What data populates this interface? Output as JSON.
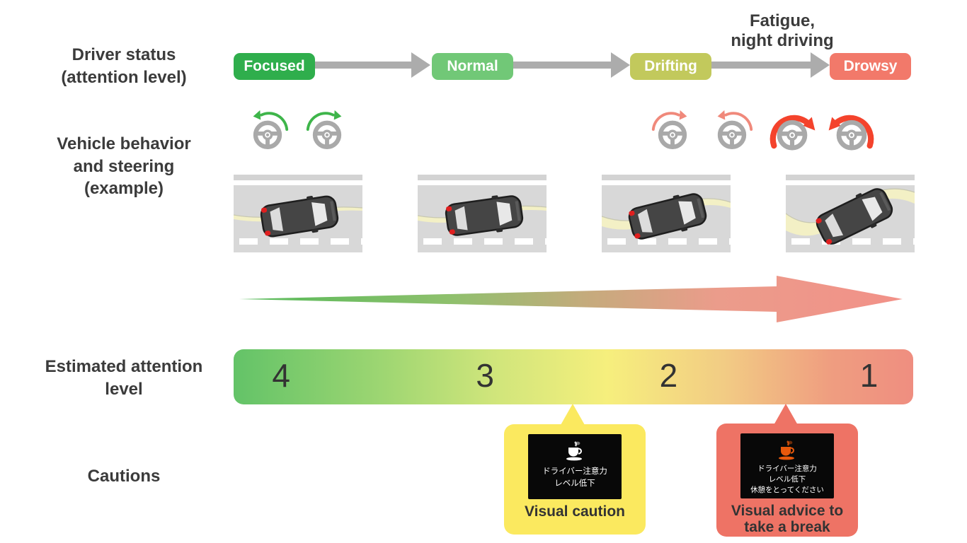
{
  "row_labels": {
    "driver_status": "Driver status\n(attention level)",
    "vehicle_behavior": "Vehicle behavior\nand steering\n(example)",
    "estimated_attention": "Estimated attention\nlevel",
    "cautions": "Cautions"
  },
  "fatigue_note": "Fatigue,\nnight driving",
  "stages": [
    {
      "label": "Focused",
      "color": "#2fae4c"
    },
    {
      "label": "Normal",
      "color": "#71c877"
    },
    {
      "label": "Drifting",
      "color": "#c2c95c"
    },
    {
      "label": "Drowsy",
      "color": "#f2796a"
    }
  ],
  "steering": {
    "gentle_arrow_color": "#3eb54a",
    "drift_arrow_color": "#f0897b",
    "severe_arrow_color": "#f4432c",
    "wheel_color": "#a9a9a9"
  },
  "trend_arrow_gradient": [
    "#54ba58",
    "#c4ab7c",
    "#f29188"
  ],
  "attention_bar": {
    "levels": [
      "4",
      "3",
      "2",
      "1"
    ],
    "gradient": [
      "#63c368",
      "#cfe57b",
      "#f6ef7d",
      "#f2cc84",
      "#ef8e80"
    ]
  },
  "cautions": [
    {
      "screen_lines": "ドライバー注意力\nレベル低下",
      "caption": "Visual caution",
      "box_color": "#fbe95f",
      "cup_color": "#ffffff"
    },
    {
      "screen_lines": "ドライバー注意力\nレベル低下\n休憩をとってください",
      "caption": "Visual advice to\ntake a break",
      "box_color": "#ee7365",
      "cup_color": "#e8590c"
    }
  ]
}
